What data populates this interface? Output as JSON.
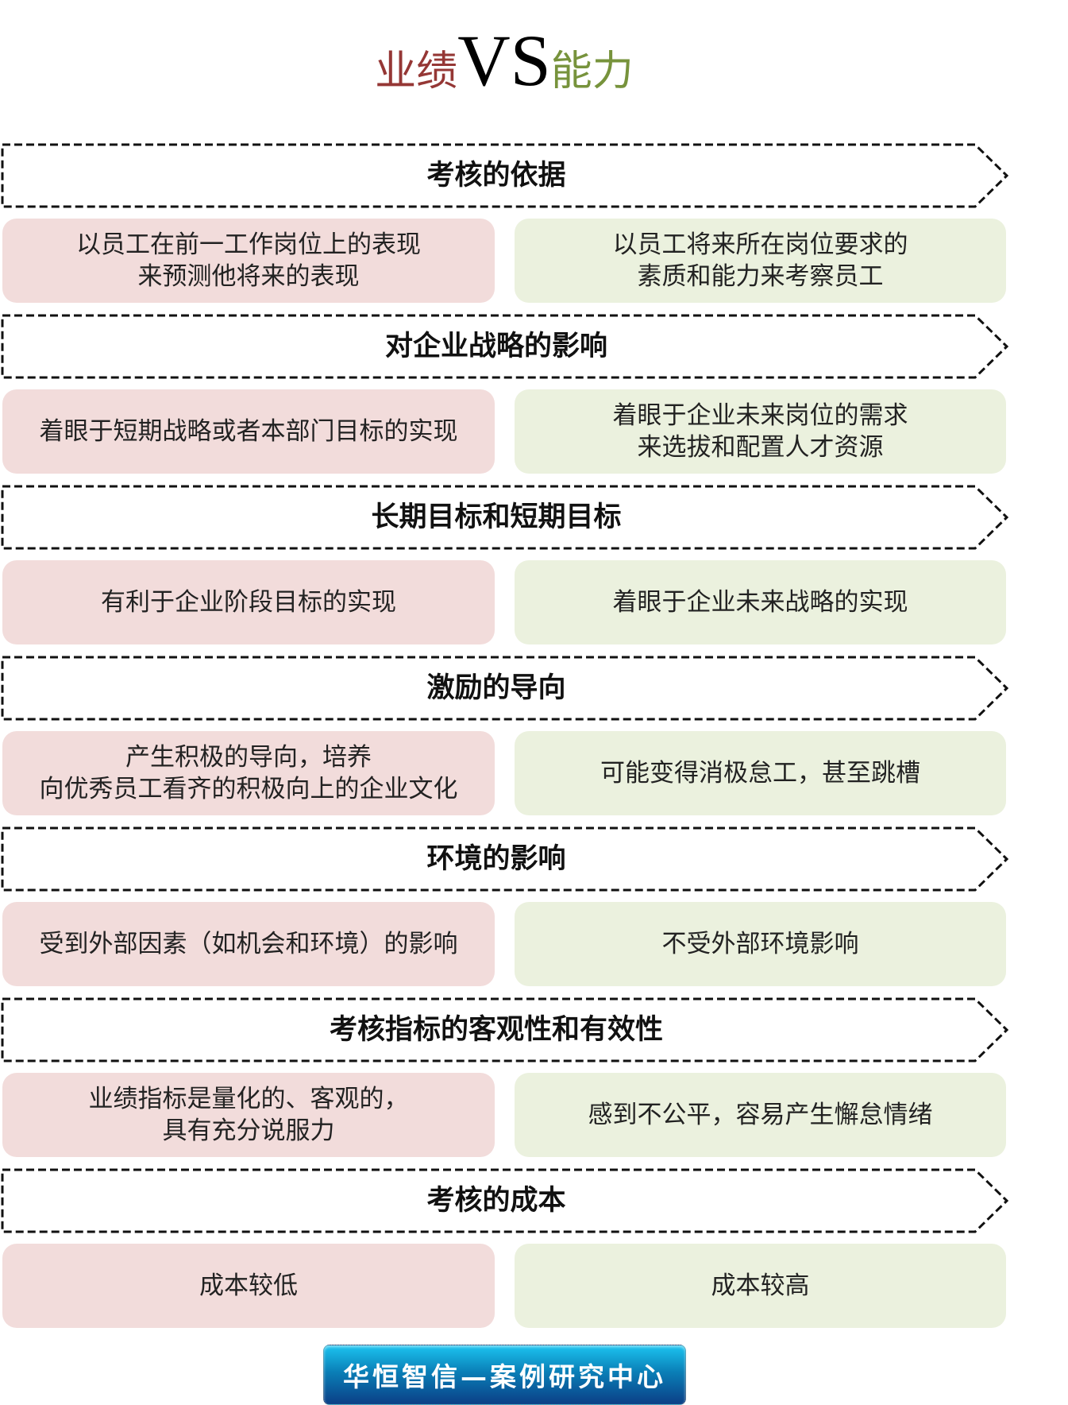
{
  "title": {
    "left": "业绩",
    "vs": "VS",
    "right": "能力",
    "left_color": "#953735",
    "right_color": "#77933c"
  },
  "sections": [
    {
      "header": "考核的依据",
      "left": "以员工在前一工作岗位上的表现\n来预测他将来的表现",
      "right": "以员工将来所在岗位要求的\n素质和能力来考察员工"
    },
    {
      "header": "对企业战略的影响",
      "left": "着眼于短期战略或者本部门目标的实现",
      "right": "着眼于企业未来岗位的需求\n来选拔和配置人才资源"
    },
    {
      "header": "长期目标和短期目标",
      "left": "有利于企业阶段目标的实现",
      "right": "着眼于企业未来战略的实现"
    },
    {
      "header": "激励的导向",
      "left": "产生积极的导向，培养\n向优秀员工看齐的积极向上的企业文化",
      "right": "可能变得消极怠工，甚至跳槽"
    },
    {
      "header": "环境的影响",
      "left": "受到外部因素（如机会和环境）的影响",
      "right": "不受外部环境影响"
    },
    {
      "header": "考核指标的客观性和有效性",
      "left": "业绩指标是量化的、客观的，\n具有充分说服力",
      "right": "感到不公平，容易产生懈怠情绪"
    },
    {
      "header": "考核的成本",
      "left": "成本较低",
      "right": "成本较高"
    }
  ],
  "banner": "华恒智信—案例研究中心"
}
